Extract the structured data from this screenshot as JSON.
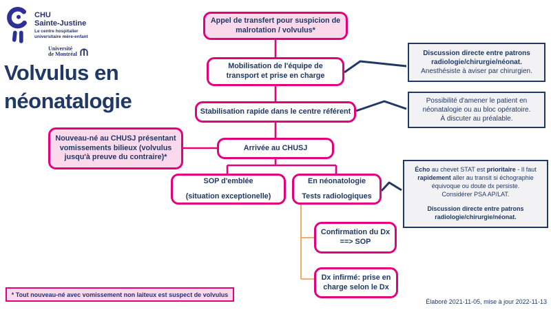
{
  "header": {
    "logo": {
      "org_line1": "CHU",
      "org_line2": "Sainte-Justine",
      "tagline_line1": "Le centre hospitalier",
      "tagline_line2": "universitaire mère-enfant",
      "university_line1": "Université",
      "university_line2": "de Montréal"
    },
    "title_line1": "Volvulus en",
    "title_line2": "néonatalogie"
  },
  "flowchart": {
    "nodes": {
      "appel": {
        "lines": [
          "Appel de transfert pour suspicion de",
          "malrotation / volvulus*"
        ]
      },
      "mobilisation": {
        "lines": [
          "Mobilisation de l'équipe de",
          "transport et prise en charge"
        ]
      },
      "stabilisation": {
        "lines": [
          "Stabilisation rapide dans le centre référent"
        ]
      },
      "arrivee": {
        "lines": [
          "Arrivée au CHUSJ"
        ]
      },
      "nouveau_ne": {
        "lines": [
          "Nouveau-né au CHUSJ présentant",
          "vomissements bilieux (volvulus",
          "jusqu'à preuve du contraire)*"
        ]
      },
      "sop": {
        "lines": [
          "SOP d'emblée",
          "(situation exceptionelle)"
        ]
      },
      "neonatologie": {
        "lines": [
          "En néonatologie",
          "Tests radiologiques"
        ]
      },
      "confirmation": {
        "lines": [
          "Confirmation du Dx",
          "==> SOP"
        ]
      },
      "infirme": {
        "lines": [
          "Dx infirmé: prise en",
          "charge selon le Dx"
        ]
      }
    }
  },
  "notes": {
    "discussion": {
      "bold_line1": "Discussion directe entre patrons",
      "bold_line2": "radiologie/chirurgie/néonat.",
      "regular": "Anesthésiste à aviser par chirurgien."
    },
    "possibilite": {
      "line1": "Possibilité d'amener le patient en",
      "line2": "néonatalogie ou au bloc opératoire.",
      "line3": "À discuter au préalable."
    },
    "echo": {
      "l1": [
        "Écho",
        " au chevet STAT est ",
        "prioritaire",
        " - Il faut"
      ],
      "l2": [
        "rapidement",
        " aller au transit si échographie"
      ],
      "l3": "équivoque ou doute dx persiste.",
      "l4": "Considérer PSA AP/LAT.",
      "p2_line1": "Discussion directe entre patrons",
      "p2_line2": "radiologie/chirurgie/néonat."
    }
  },
  "footnote": "* Tout nouveau-né avec vomissement non laiteux est  suspect de volvulus",
  "footer_date": "Élaboré 2021-11-05, mise à jour 2022-11-13",
  "colors": {
    "magenta_border": "#e5007d",
    "pink_fill": "#fbd9ec",
    "navy_text": "#1f3864",
    "note_fill": "#f2f2f4",
    "orange_connector": "#f2a154",
    "logo_blue": "#2e3192"
  }
}
